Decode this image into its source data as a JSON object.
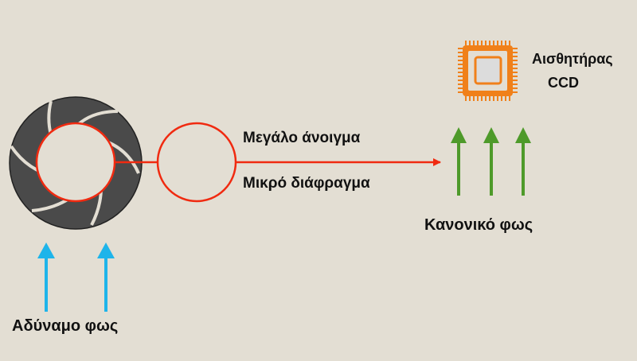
{
  "labels": {
    "sensor_line1": "Αισθητήρας",
    "sensor_line2": "CCD",
    "large_aperture": "Μεγάλο άνοιγμα",
    "small_diaphragm": "Μικρό διάφραγμα",
    "normal_light": "Κανονικό φως",
    "weak_light": "Αδύναμο φως"
  },
  "colors": {
    "background": "#e3ded3",
    "aperture_blades": "#4a4a4a",
    "red_line": "#f02a10",
    "chip": "#f0801a",
    "blue_arrow": "#1eb4ea",
    "green_arrow": "#4e9a2a"
  }
}
